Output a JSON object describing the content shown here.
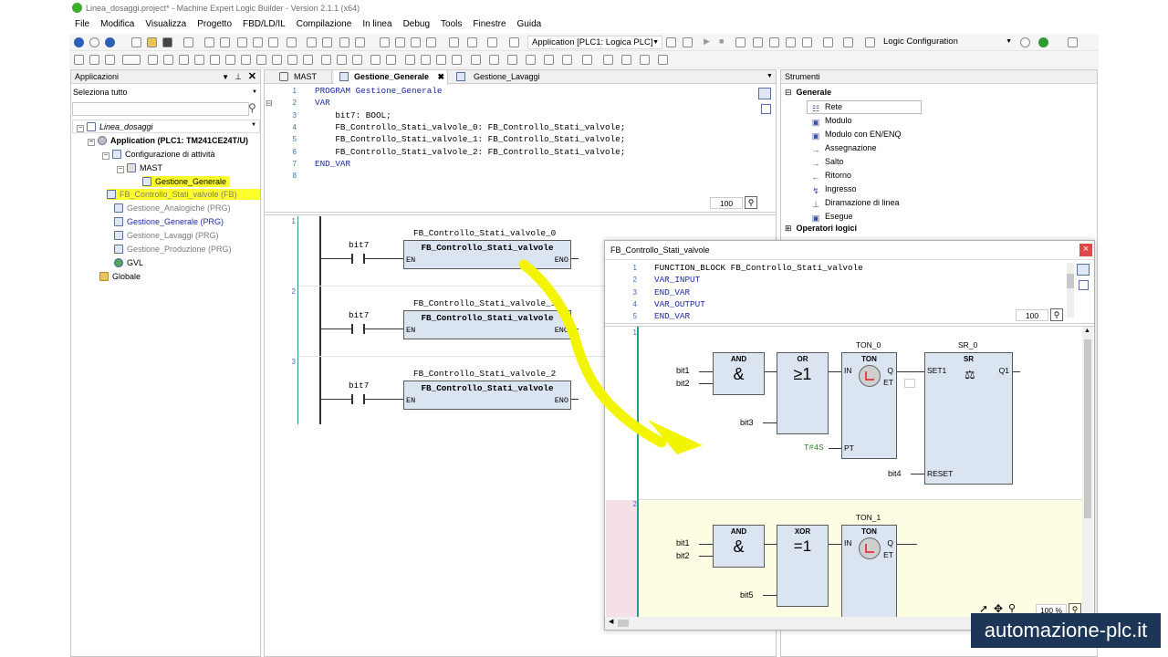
{
  "window": {
    "title": "Linea_dosaggi.project* - Machine Expert Logic Builder - Version 2.1.1 (x64)"
  },
  "menu": [
    "File",
    "Modifica",
    "Visualizza",
    "Progetto",
    "FBD/LD/IL",
    "Compilazione",
    "In linea",
    "Debug",
    "Tools",
    "Finestre",
    "Guida"
  ],
  "toolbar": {
    "app_combo": "Application [PLC1: Logica PLC]",
    "config_combo": "Logic Configuration"
  },
  "left_panel": {
    "title": "Applicazioni",
    "filter": "Seleziona tutto",
    "tree": [
      {
        "label": "Linea_dosaggi"
      },
      {
        "label": "Application (PLC1: TM241CE24T/U)"
      },
      {
        "label": "Configurazione di attività"
      },
      {
        "label": "MAST"
      },
      {
        "label": "Gestione_Generale"
      },
      {
        "label": "FB_Controllo_Stati_valvole (FB)"
      },
      {
        "label": "Gestione_Analogiche (PRG)"
      },
      {
        "label": "Gestione_Generale (PRG)"
      },
      {
        "label": "Gestione_Lavaggi (PRG)"
      },
      {
        "label": "Gestione_Produzione (PRG)"
      },
      {
        "label": "GVL"
      },
      {
        "label": "Globale"
      }
    ]
  },
  "tabs": [
    {
      "label": "MAST"
    },
    {
      "label": "Gestione_Generale",
      "close": "✖"
    },
    {
      "label": "Gestione_Lavaggi"
    }
  ],
  "editor": {
    "code_lines": [
      {
        "n": "1",
        "text": "PROGRAM Gestione_Generale"
      },
      {
        "n": "2",
        "text": "VAR"
      },
      {
        "n": "3",
        "text": "    bit7: BOOL;"
      },
      {
        "n": "4",
        "text": "    FB_Controllo_Stati_valvole_0: FB_Controllo_Stati_valvole;"
      },
      {
        "n": "5",
        "text": "    FB_Controllo_Stati_valvole_1: FB_Controllo_Stati_valvole;"
      },
      {
        "n": "6",
        "text": "    FB_Controllo_Stati_valvole_2: FB_Controllo_Stati_valvole;"
      },
      {
        "n": "7",
        "text": "END_VAR"
      },
      {
        "n": "8",
        "text": ""
      }
    ],
    "zoom": "100",
    "networks": [
      {
        "n": "1",
        "instance": "FB_Controllo_Stati_valvole_0",
        "type": "FB_Controllo_Stati_valvole",
        "contact": "bit7",
        "en": "EN",
        "eno": "ENO"
      },
      {
        "n": "2",
        "instance": "FB_Controllo_Stati_valvole_1",
        "type": "FB_Controllo_Stati_valvole",
        "contact": "bit7",
        "en": "EN",
        "eno": "ENO"
      },
      {
        "n": "3",
        "instance": "FB_Controllo_Stati_valvole_2",
        "type": "FB_Controllo_Stati_valvole",
        "contact": "bit7",
        "en": "EN",
        "eno": "ENO"
      }
    ]
  },
  "tools_panel": {
    "title": "Strumenti",
    "group": "Generale",
    "items": [
      "Rete",
      "Modulo",
      "Modulo con EN/ENQ",
      "Assegnazione",
      "Salto",
      "Ritorno",
      "Ingresso",
      "Diramazione di linea",
      "Esegue"
    ],
    "group2": "Operatori logici"
  },
  "popup": {
    "title": "FB_Controllo_Stati_valvole",
    "close": "×",
    "code_lines": [
      {
        "n": "1",
        "text": "FUNCTION_BLOCK FB_Controllo_Stati_valvole"
      },
      {
        "n": "2",
        "text": "VAR_INPUT"
      },
      {
        "n": "3",
        "text": "END_VAR"
      },
      {
        "n": "4",
        "text": "VAR_OUTPUT"
      },
      {
        "n": "5",
        "text": "END_VAR"
      }
    ],
    "zoom": "100",
    "net1": {
      "n": "1",
      "and": {
        "name": "AND",
        "sym": "&"
      },
      "or": {
        "name": "OR",
        "sym": "≥1"
      },
      "ton": {
        "inst": "TON_0",
        "name": "TON",
        "in": "IN",
        "q": "Q",
        "et": "ET",
        "pt": "PT"
      },
      "sr": {
        "inst": "SR_0",
        "name": "SR",
        "set": "SET1",
        "q1": "Q1",
        "reset": "RESET"
      },
      "inputs": [
        "bit1",
        "bit2",
        "bit3",
        "T#4S",
        "bit4"
      ]
    },
    "net2": {
      "n": "2",
      "and": {
        "name": "AND",
        "sym": "&"
      },
      "xor": {
        "name": "XOR",
        "sym": "=1"
      },
      "ton": {
        "inst": "TON_1",
        "name": "TON",
        "in": "IN",
        "q": "Q",
        "et": "ET"
      },
      "inputs": [
        "bit1",
        "bit2",
        "bit5"
      ]
    },
    "zoom_bottom": "100 %"
  },
  "watermark": "automazione-plc.it",
  "colors": {
    "highlight": "#ffff2e",
    "fb_fill": "#dbe5f1",
    "network2_bg": "#fdfde3",
    "arrow": "#f3f500",
    "watermark_bg": "#1d3557"
  }
}
